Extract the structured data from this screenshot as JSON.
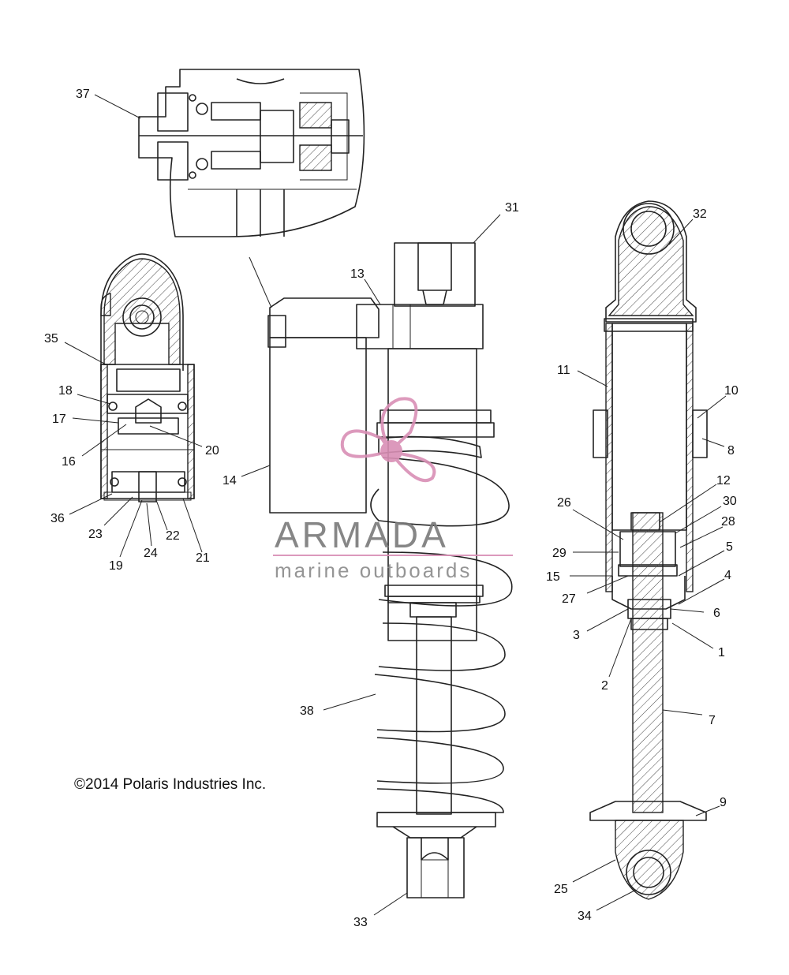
{
  "watermark": {
    "brand": "ARMADA",
    "tagline": "marine outboards",
    "accent_color": "#d98fb5"
  },
  "copyright": "©2014 Polaris Industries Inc.",
  "callouts": [
    {
      "label": "37"
    },
    {
      "label": "31"
    },
    {
      "label": "13"
    },
    {
      "label": "32"
    },
    {
      "label": "35"
    },
    {
      "label": "18"
    },
    {
      "label": "17"
    },
    {
      "label": "16"
    },
    {
      "label": "20"
    },
    {
      "label": "11"
    },
    {
      "label": "10"
    },
    {
      "label": "8"
    },
    {
      "label": "14"
    },
    {
      "label": "12"
    },
    {
      "label": "26"
    },
    {
      "label": "30"
    },
    {
      "label": "28"
    },
    {
      "label": "29"
    },
    {
      "label": "5"
    },
    {
      "label": "15"
    },
    {
      "label": "4"
    },
    {
      "label": "27"
    },
    {
      "label": "6"
    },
    {
      "label": "3"
    },
    {
      "label": "1"
    },
    {
      "label": "36"
    },
    {
      "label": "23"
    },
    {
      "label": "22"
    },
    {
      "label": "24"
    },
    {
      "label": "21"
    },
    {
      "label": "19"
    },
    {
      "label": "2"
    },
    {
      "label": "38"
    },
    {
      "label": "7"
    },
    {
      "label": "9"
    },
    {
      "label": "25"
    },
    {
      "label": "34"
    },
    {
      "label": "33"
    }
  ]
}
